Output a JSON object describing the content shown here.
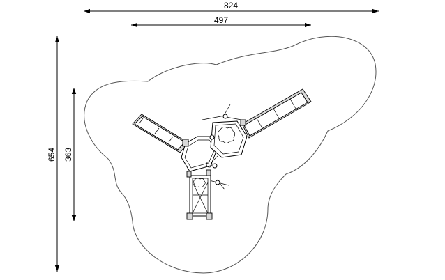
{
  "dimensions": {
    "overall_width": "824",
    "inner_width": "497",
    "overall_height": "654",
    "inner_height": "363"
  }
}
